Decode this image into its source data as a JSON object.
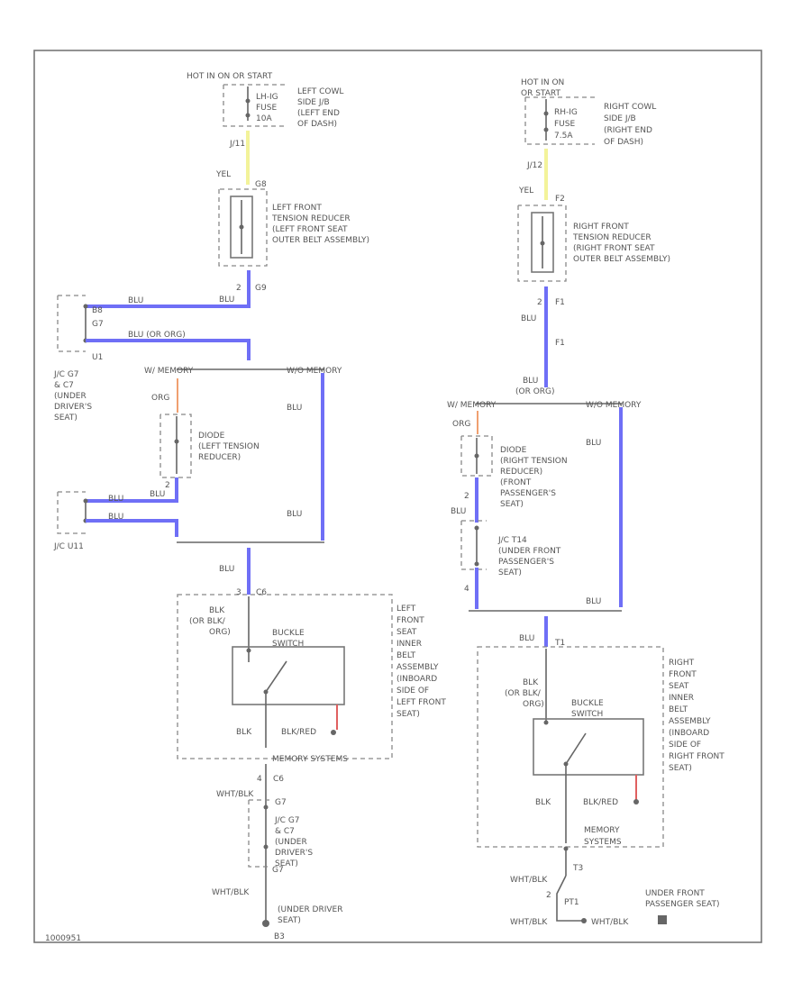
{
  "image_code": "1000951",
  "colors": {
    "blue_wire": "#6f6ff6",
    "yellow_wire": "#f3f39a",
    "orange_wire": "#f0a070",
    "red_wire": "#e06060",
    "line": "#666666"
  },
  "left": {
    "hot_label": "HOT IN ON OR START",
    "fuse_id": "LH-IG",
    "fuse_label": "FUSE",
    "fuse_amp": "10A",
    "fuse_desc": [
      "LEFT COWL",
      "SIDE J/B",
      "(LEFT END",
      "OF DASH)"
    ],
    "pin_top": "J/11",
    "wire_yel": "YEL",
    "reducer_pin_top": "G8",
    "reducer_desc": [
      "LEFT FRONT",
      "TENSION REDUCER",
      "(LEFT FRONT SEAT",
      "OUTER BELT ASSEMBLY)"
    ],
    "reducer_pin_bot": "2",
    "reducer_conn_bot": "G9",
    "wire_blu": "BLU",
    "jc_pins": [
      "B8",
      "G7",
      "U1"
    ],
    "wire_blu_or": "BLU (OR ORG)",
    "jc_desc": [
      "J/C G7",
      "& C7",
      "(UNDER",
      "DRIVER'S",
      "SEAT)"
    ],
    "w_memory": "W/ MEMORY",
    "wo_memory": "W/O MEMORY",
    "wire_org": "ORG",
    "diode_desc": [
      "DIODE",
      "(LEFT TENSION",
      "REDUCER)"
    ],
    "diode_pin": "2",
    "wire_blu2": "BLU",
    "wire_blu_right": "BLU",
    "wire_blu_right2": "BLU",
    "jc_u11_wires": [
      "BLU",
      "BLU"
    ],
    "jc_u11": "J/C U11",
    "wire_blu_down": "BLU",
    "buckle_pin": "3",
    "buckle_conn": "C6",
    "wire_blk_or": [
      "BLK",
      "(OR BLK/",
      "ORG)"
    ],
    "buckle_label": [
      "BUCKLE",
      "SWITCH"
    ],
    "belt_desc": [
      "LEFT",
      "FRONT",
      "SEAT",
      "INNER",
      "BELT",
      "ASSEMBLY",
      "(INBOARD",
      "SIDE OF",
      "LEFT FRONT",
      "SEAT)"
    ],
    "wire_blk": "BLK",
    "wire_blk_red": "BLK/RED",
    "memory_systems": "MEMORY SYSTEMS",
    "pin_c6": "C6",
    "pin_4": "4",
    "wire_wht_blk": "WHT/BLK",
    "jc_pin_g7a": "G7",
    "jc_bottom_desc": [
      "J/C G7",
      "& C7",
      "(UNDER",
      "DRIVER'S",
      "SEAT)"
    ],
    "jc_pin_g7b": "G7",
    "wire_wht_blk2": "WHT/BLK",
    "ground_desc": [
      "(UNDER DRIVER",
      "SEAT)"
    ],
    "ground_id": "B3"
  },
  "right": {
    "hot_label": [
      "HOT IN ON",
      "OR START"
    ],
    "fuse_id": "RH-IG",
    "fuse_label": "FUSE",
    "fuse_amp": "7.5A",
    "fuse_desc": [
      "RIGHT COWL",
      "SIDE J/B",
      "(RIGHT END",
      "OF DASH)"
    ],
    "pin_top": "J/12",
    "wire_yel": "YEL",
    "reducer_pin_top": "F2",
    "reducer_desc": [
      "RIGHT FRONT",
      "TENSION REDUCER",
      "(RIGHT FRONT SEAT",
      "OUTER BELT ASSEMBLY)"
    ],
    "reducer_pin_bot": "2",
    "reducer_conn_bot": "F1",
    "wire_blu": "BLU",
    "pin_f1": "F1",
    "wire_blu_or": [
      "BLU",
      "(OR ORG)"
    ],
    "w_memory": "W/ MEMORY",
    "wo_memory": "W/O MEMORY",
    "wire_org": "ORG",
    "diode_desc": [
      "DIODE",
      "(RIGHT TENSION",
      "REDUCER)",
      "(FRONT",
      "PASSENGER'S",
      "SEAT)"
    ],
    "diode_pin": "2",
    "wire_blu2": "BLU",
    "jc_desc": [
      "J/C T14",
      "(UNDER FRONT",
      "PASSENGER'S",
      "SEAT)"
    ],
    "jc_pin": "4",
    "wire_blu_right": "BLU",
    "wire_blu_right2": "BLU",
    "buckle_wire_top": "BLU",
    "buckle_pin": "T1",
    "wire_blk_or": [
      "BLK",
      "(OR BLK/",
      "ORG)"
    ],
    "buckle_label": [
      "BUCKLE",
      "SWITCH"
    ],
    "belt_desc": [
      "RIGHT",
      "FRONT",
      "SEAT",
      "INNER",
      "BELT",
      "ASSEMBLY",
      "(INBOARD",
      "SIDE OF",
      "RIGHT FRONT",
      "SEAT)"
    ],
    "wire_blk": "BLK",
    "wire_blk_red": "BLK/RED",
    "memory_systems": [
      "MEMORY",
      "SYSTEMS"
    ],
    "pin_t3": "T3",
    "wire_wht_blk": "WHT/BLK",
    "pin_2": "2",
    "pin_pt1": "PT1",
    "wire_wht_blk2": "WHT/BLK",
    "wire_wht_blk3": "WHT/BLK",
    "ground_desc": [
      "UNDER FRONT",
      "PASSENGER SEAT)"
    ]
  }
}
